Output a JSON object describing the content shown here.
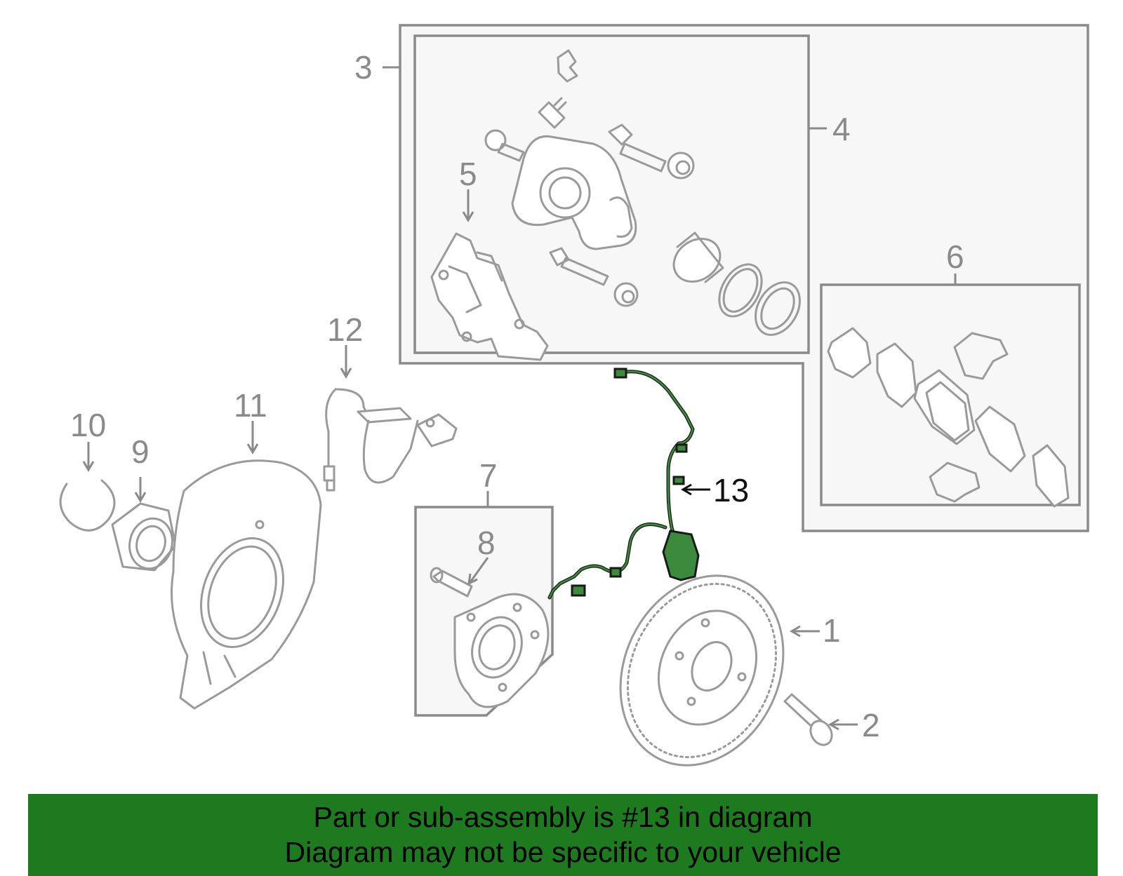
{
  "callouts": {
    "c1": "1",
    "c2": "2",
    "c3": "3",
    "c4": "4",
    "c5": "5",
    "c6": "6",
    "c7": "7",
    "c8": "8",
    "c9": "9",
    "c10": "10",
    "c11": "11",
    "c12": "12",
    "c13": "13"
  },
  "highlighted_part": "13",
  "colors": {
    "banner_background": "#1e7a1e",
    "highlight": "#3c8a3c",
    "part_lines": "#9a9a9a",
    "box_fill": "#f7f7f7"
  },
  "banner": {
    "line1": "Part or sub-assembly is #13 in diagram",
    "line2": "Diagram may not be specific to your vehicle"
  }
}
